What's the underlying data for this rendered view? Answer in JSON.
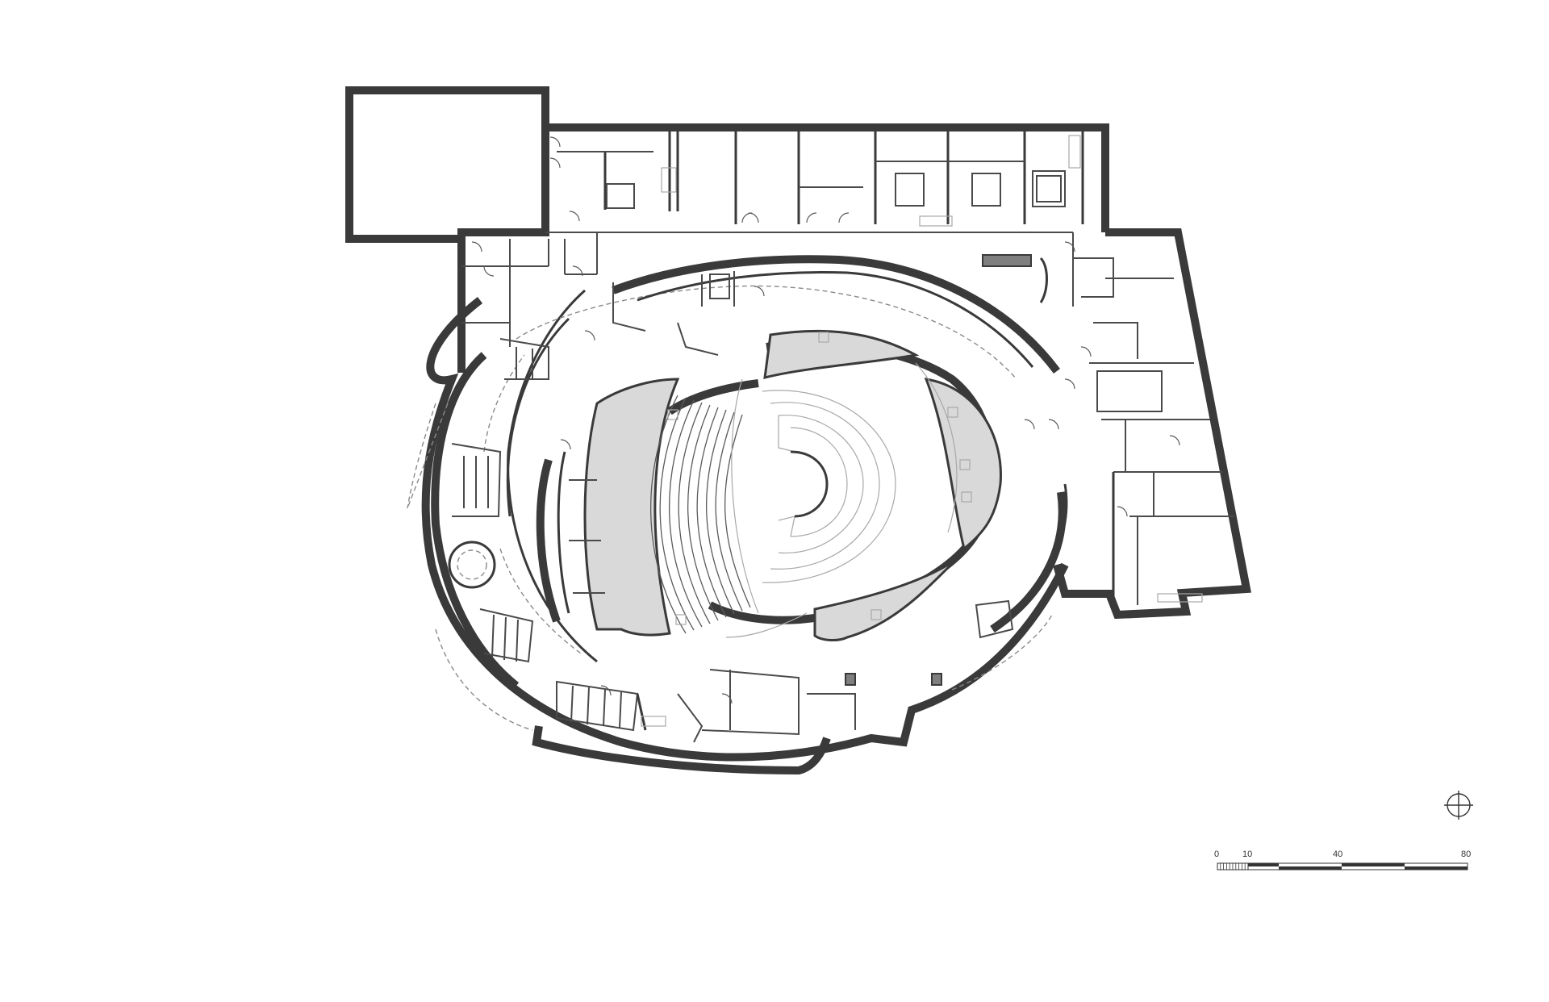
{
  "scale_bar": {
    "labels": [
      "0",
      "10",
      "40",
      "80"
    ]
  },
  "icons": {
    "north_arrow": "north-arrow-icon"
  },
  "colors": {
    "wall": "#3a3a3a",
    "fill": "#d9d9d9",
    "background": "#ffffff"
  }
}
